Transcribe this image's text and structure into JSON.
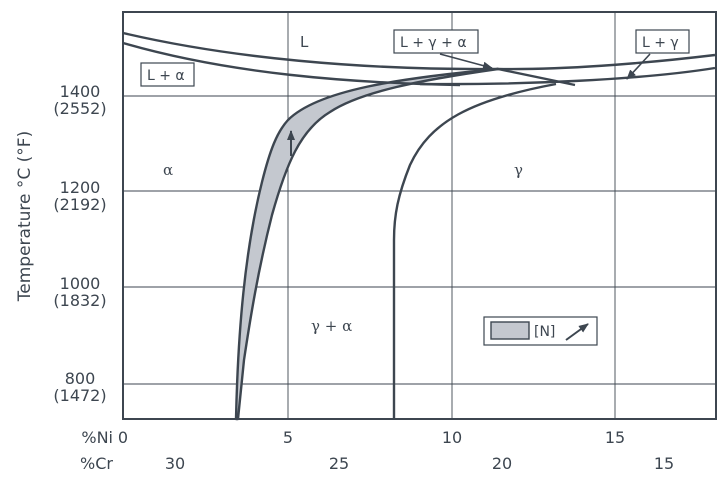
{
  "chart_data": {
    "type": "phase-diagram",
    "x_axis_primary": {
      "label": "%Ni",
      "ticks": [
        "0",
        "5",
        "10",
        "15"
      ]
    },
    "x_axis_secondary": {
      "label": "%Cr",
      "ticks": [
        "30",
        "25",
        "20",
        "15"
      ]
    },
    "y_axis": {
      "label": "Temperature °C (°F)",
      "ticks": [
        {
          "c": "1400",
          "f": "(2552)"
        },
        {
          "c": "1200",
          "f": "(2192)"
        },
        {
          "c": "1000",
          "f": "(1832)"
        },
        {
          "c": "800",
          "f": "(1472)"
        }
      ]
    },
    "regions": {
      "liquid": "L",
      "alpha": "α",
      "gamma": "γ",
      "gamma_alpha": "γ + α"
    },
    "boxed_labels": {
      "l_alpha": "L + α",
      "l_gamma_alpha": "L + γ + α",
      "l_gamma": "L + γ"
    },
    "legend": {
      "text": "[N]"
    },
    "colors": {
      "line": "#3d4650",
      "shaded": "#c4c8cf",
      "background": "#ffffff"
    }
  }
}
